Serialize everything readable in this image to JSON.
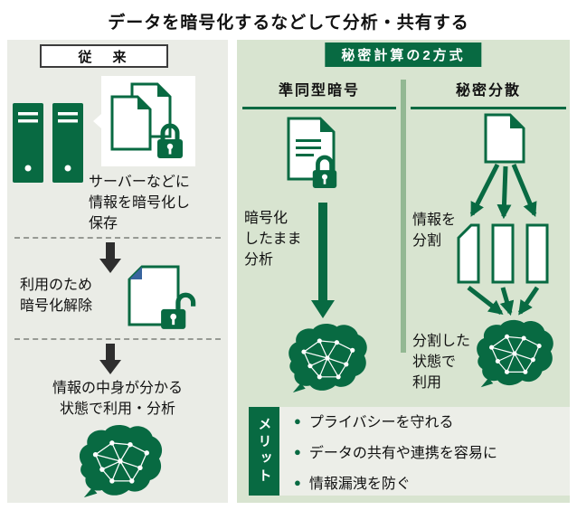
{
  "colors": {
    "accent_green": "#086a42",
    "panel_left_bg": "#eaece6",
    "panel_right_bg": "#d8e4d0",
    "merit_bg": "#eceee8",
    "divider_green": "#93b893",
    "fold_blue": "#38649e",
    "arrow_dark": "#2e2e2e"
  },
  "title": "データを暗号化するなどして分析・共有する",
  "legacy": {
    "header": "従　来",
    "step1": "サーバーなどに\n情報を暗号化し\n保存",
    "step2": "利用のため\n暗号化解除",
    "step3": "情報の中身が分かる\n状態で利用・分析"
  },
  "secure": {
    "header": "秘密計算の2方式",
    "homomorphic": {
      "title": "準同型暗号",
      "caption": "暗号化\nしたまま\n分析"
    },
    "secret_sharing": {
      "title": "秘密分散",
      "split_caption": "情報を\n分割",
      "use_caption": "分割した\n状態で\n利用"
    },
    "merits": {
      "label": "メリット",
      "items": [
        "プライバシーを守れる",
        "データの共有や連携を容易に",
        "情報漏洩を防ぐ"
      ]
    }
  }
}
